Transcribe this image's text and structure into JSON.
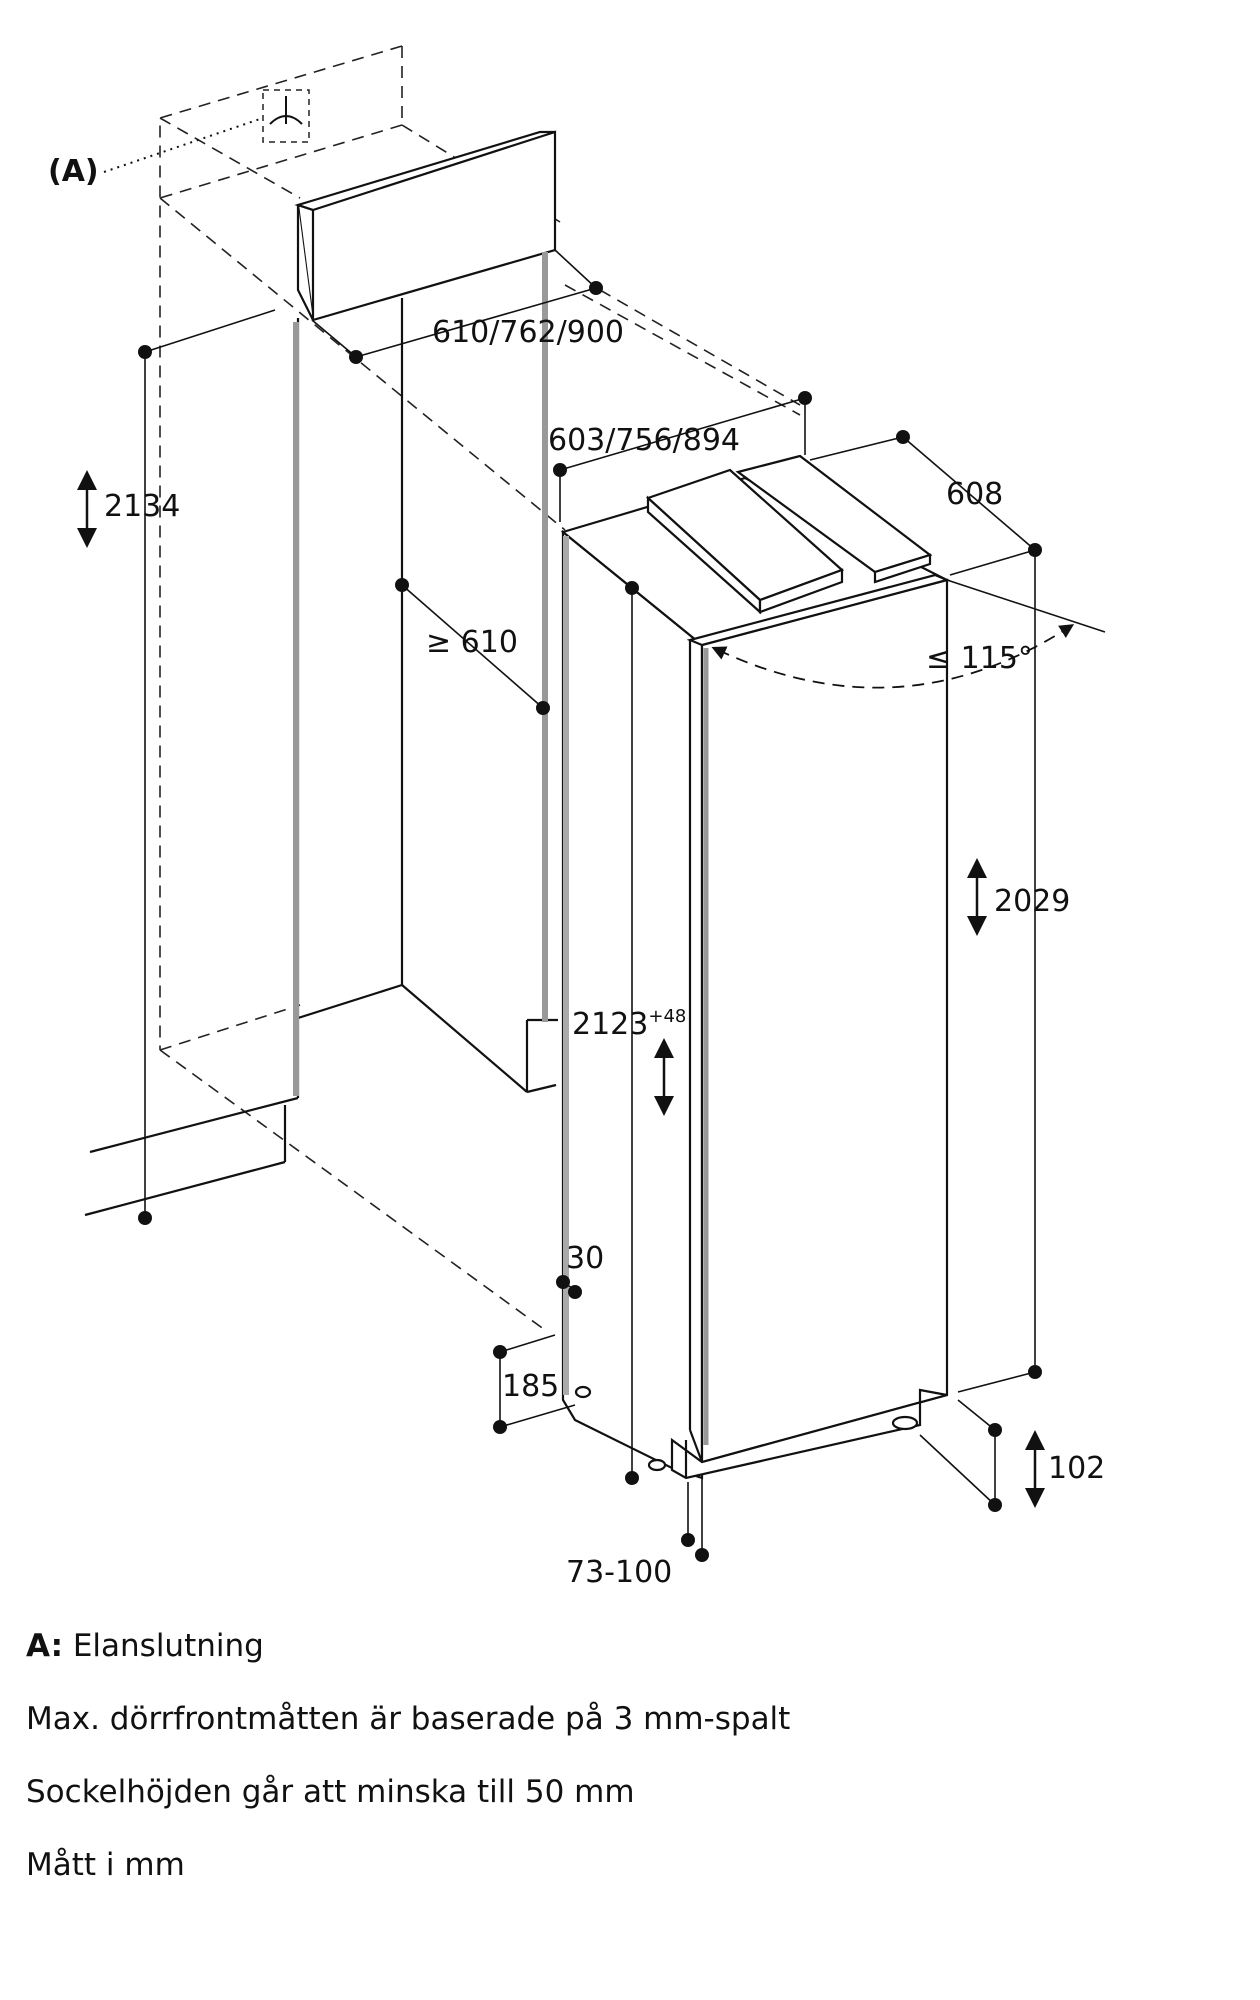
{
  "diagram": {
    "callout_A": "(A)",
    "dimensions": {
      "niche_widths": "610/762/900",
      "top_widths": "603/756/894",
      "depth": "608",
      "niche_height": "2134",
      "min_depth": "≥ 610",
      "door_angle": "≤ 115°",
      "appliance_height": "2029",
      "door_height_base": "2123",
      "door_height_tol": "+48",
      "gap": "30",
      "plinth_depth": "185",
      "plinth_height": "102",
      "plinth_setback": "73-100"
    }
  },
  "legend": {
    "a_key": "A:",
    "a_text": "Elanslutning",
    "note1": "Max. dörrfrontmåtten är baserade på 3 mm-spalt",
    "note2": "Sockelhöjden går att minska till 50 mm",
    "note3": "Mått i mm"
  }
}
